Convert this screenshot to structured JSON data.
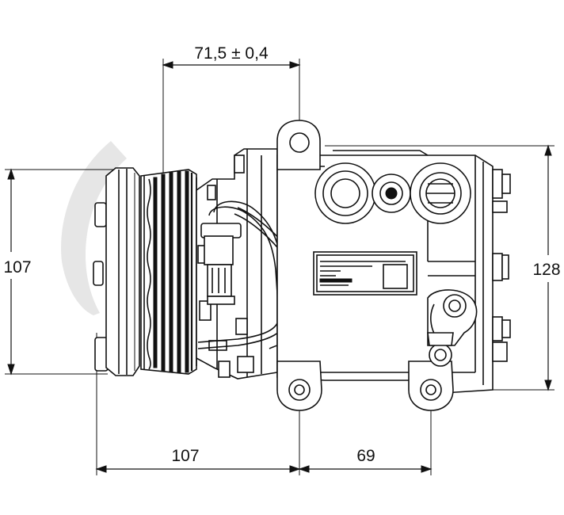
{
  "dimensions": {
    "top_width": "71,5 ± 0,4",
    "left_height": "107",
    "right_height": "128",
    "bottom_left": "107",
    "bottom_right": "69"
  },
  "colors": {
    "line": "#111111",
    "watermark": "#e6e6e6",
    "background": "#ffffff"
  },
  "watermark_icon": "logo-watermark-icon"
}
